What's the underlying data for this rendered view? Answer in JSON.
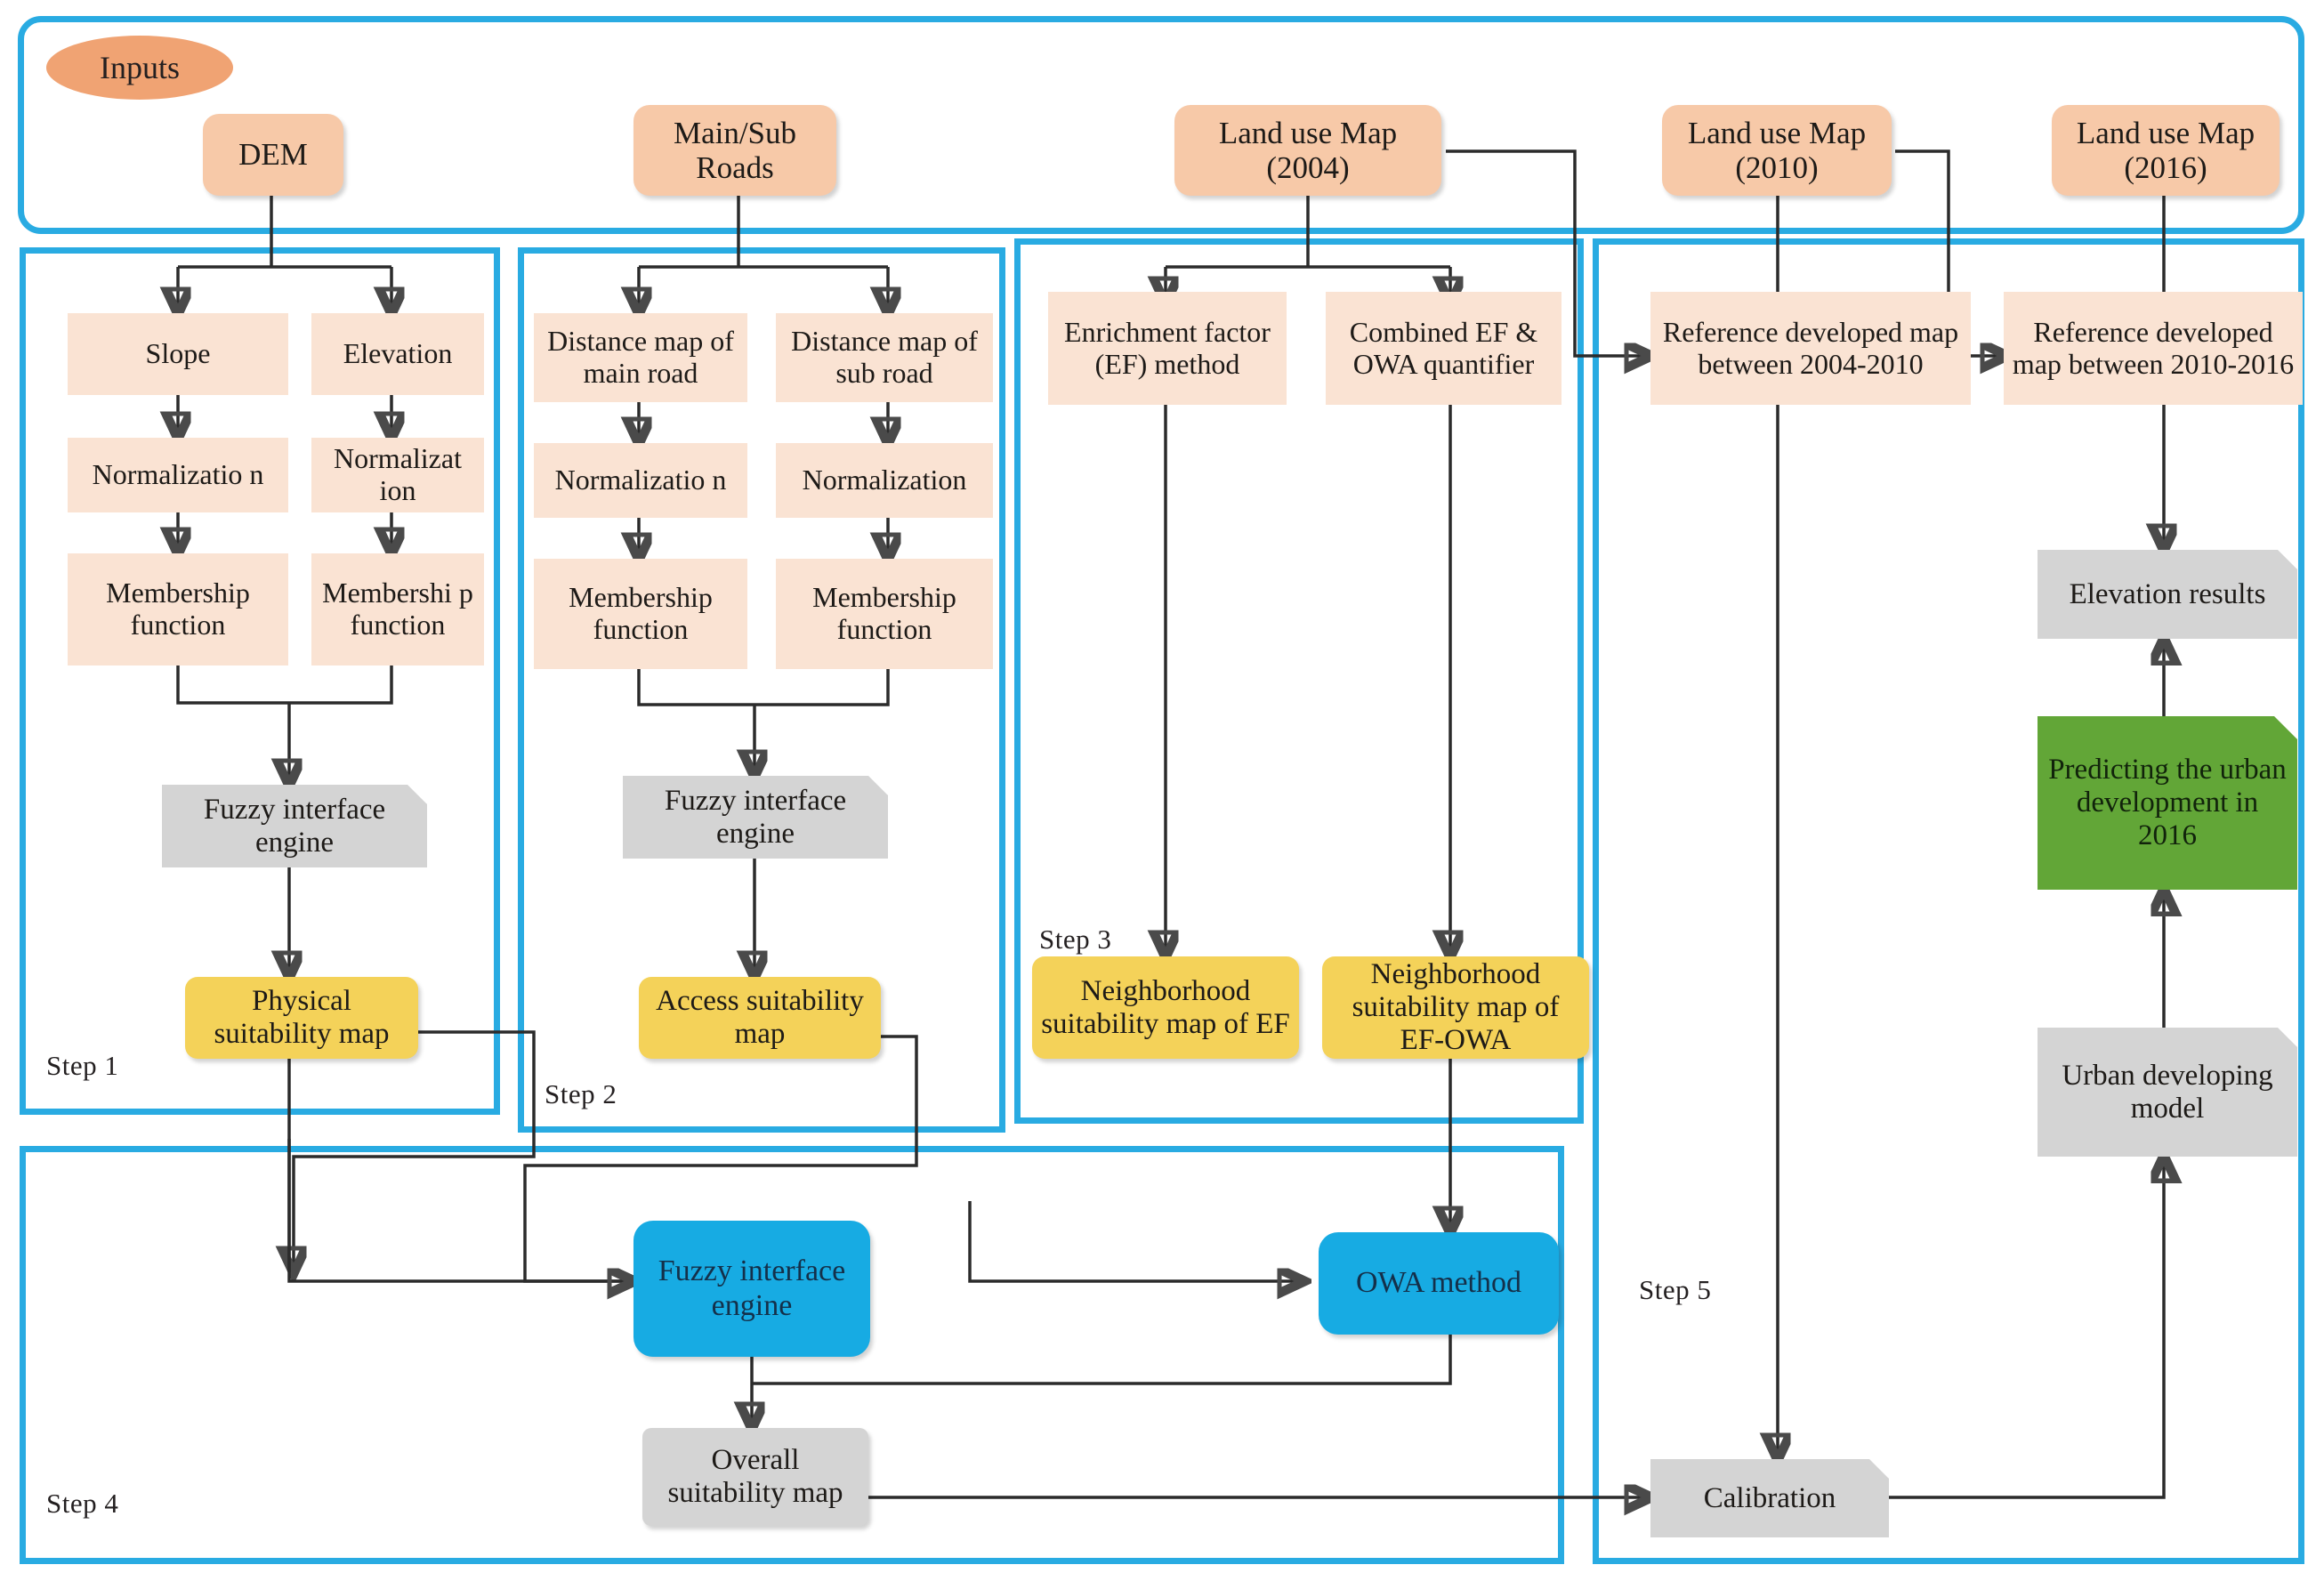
{
  "diagram": {
    "title_badge": "Inputs",
    "panels": [
      {
        "id": "inputs",
        "label": ""
      },
      {
        "id": "step1",
        "label": "Step 1"
      },
      {
        "id": "step2",
        "label": "Step 2"
      },
      {
        "id": "step3",
        "label": "Step 3"
      },
      {
        "id": "step4",
        "label": "Step 4"
      },
      {
        "id": "step5",
        "label": "Step 5"
      }
    ],
    "inputs": [
      {
        "id": "dem",
        "label": "DEM"
      },
      {
        "id": "roads",
        "label": "Main/Sub Roads"
      },
      {
        "id": "lu2004",
        "label": "Land use Map (2004)"
      },
      {
        "id": "lu2010",
        "label": "Land use Map (2010)"
      },
      {
        "id": "lu2016",
        "label": "Land use Map (2016)"
      }
    ],
    "step1": {
      "slope": "Slope",
      "elevation": "Elevation",
      "norm_slope": "Normalizatio n",
      "norm_elev": "Normalizat ion",
      "mf_slope": "Membership function",
      "mf_elev": "Membershi p function",
      "fuzzy_engine": "Fuzzy interface engine",
      "output": "Physical suitability map"
    },
    "step2": {
      "dist_main": "Distance map of main road",
      "dist_sub": "Distance map of sub road",
      "norm_main": "Normalizatio n",
      "norm_sub": "Normalization",
      "mf_main": "Membership function",
      "mf_sub": "Membership function",
      "fuzzy_engine": "Fuzzy interface engine",
      "output": "Access suitability map"
    },
    "step3": {
      "ef_method": "Enrichment factor (EF) method",
      "ef_owa": "Combined EF & OWA quantifier",
      "nsm_ef": "Neighborhood suitability map of EF",
      "nsm_ef_owa": "Neighborhood suitability map of EF-OWA"
    },
    "step4": {
      "fuzzy_engine": "Fuzzy interface engine",
      "owa_method": "OWA method",
      "overall": "Overall suitability map"
    },
    "step5": {
      "ref_2004_2010": "Reference developed map between 2004-2010",
      "ref_2010_2016": "Reference developed map between 2010-2016",
      "elevation_results": "Elevation results",
      "predicting": "Predicting the urban development in 2016",
      "urban_model": "Urban developing model",
      "calibration": "Calibration"
    },
    "colors": {
      "frame": "#29ABE2",
      "input_box": "#F7C9A8",
      "process_box": "#FAE3D3",
      "result_yellow": "#F4D259",
      "engine_blue": "#17ABE3",
      "gray_box": "#D4D4D4",
      "green_box": "#62A637",
      "badge": "#F0A373"
    }
  }
}
